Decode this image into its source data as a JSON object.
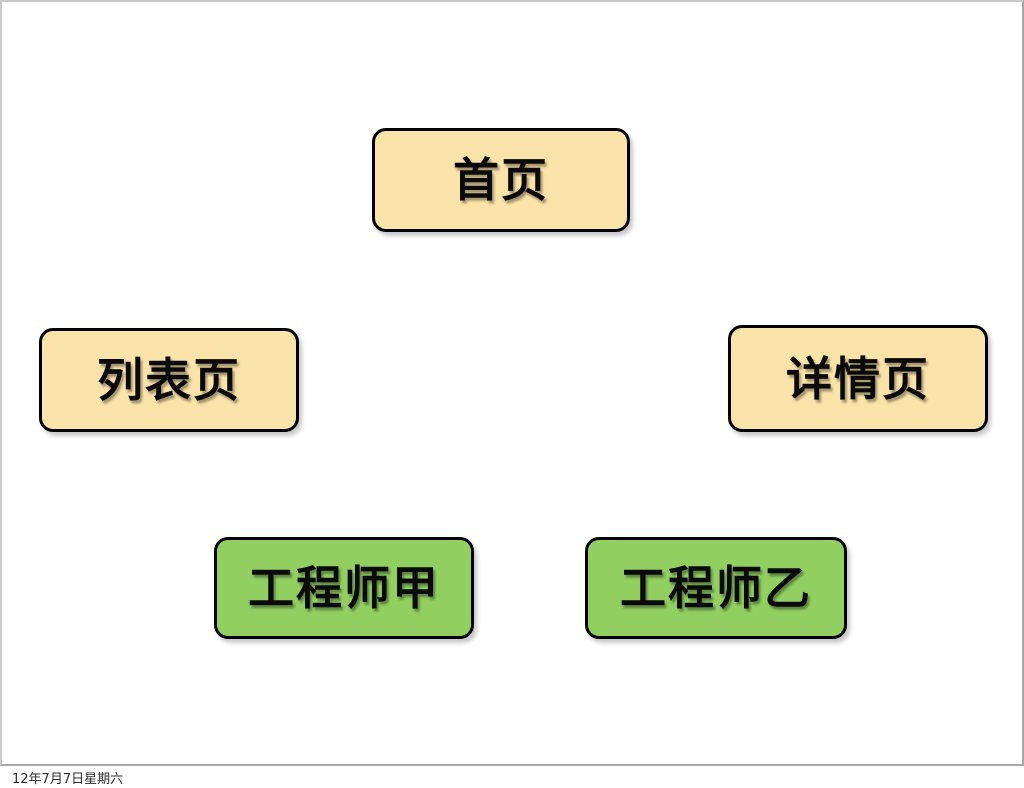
{
  "slide": {
    "background_color": "#ffffff",
    "frame_border_color": "#a8a8a8"
  },
  "diagram": {
    "nodes": [
      {
        "id": "home",
        "label": "首页",
        "fill_color": "#fae3a8",
        "border_color": "#000000",
        "role": "page"
      },
      {
        "id": "list",
        "label": "列表页",
        "fill_color": "#fae3a8",
        "border_color": "#000000",
        "role": "page"
      },
      {
        "id": "detail",
        "label": "详情页",
        "fill_color": "#fae3a8",
        "border_color": "#000000",
        "role": "page"
      },
      {
        "id": "engineer-a",
        "label": "工程师甲",
        "fill_color": "#92cf61",
        "border_color": "#000000",
        "role": "person"
      },
      {
        "id": "engineer-b",
        "label": "工程师乙",
        "fill_color": "#92cf61",
        "border_color": "#000000",
        "role": "person"
      }
    ]
  },
  "footer": {
    "date_text": "12年7月7日星期六"
  }
}
